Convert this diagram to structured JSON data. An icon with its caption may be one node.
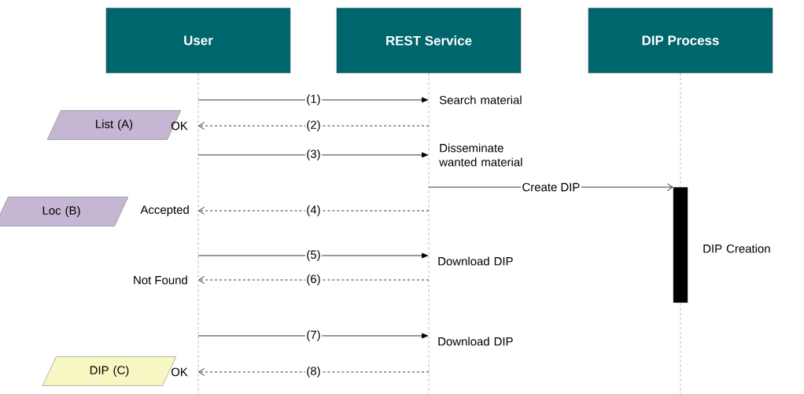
{
  "diagram": {
    "nodes": [
      {
        "text": [
          "User"
        ]
      },
      {
        "text": [
          "REST Service"
        ]
      },
      {
        "text": [
          "DIP Process"
        ]
      },
      {
        "text": [
          "List (A)"
        ]
      },
      {
        "text": [
          "Loc (B)"
        ]
      },
      {
        "text": [
          "DIP (C)"
        ]
      },
      {
        "text": [],
        "shape": "bar",
        "in": 2
      }
    ],
    "edges": [
      {
        "from": 0,
        "to": 1,
        "arrow": "to",
        "label": "(1)"
      },
      {
        "from": 1,
        "to": 0,
        "arrow": "to",
        "label": "(2)",
        "style": "dashed"
      },
      {
        "from": 0,
        "to": 1,
        "arrow": "to",
        "label": "(3)"
      },
      {
        "from": 1,
        "to": 6,
        "arrow": "to",
        "label": "Create DIP"
      },
      {
        "from": 1,
        "to": 0,
        "arrow": "to",
        "label": "(4)",
        "style": "dashed"
      },
      {
        "from": 0,
        "to": 1,
        "arrow": "to",
        "label": "(5)"
      },
      {
        "from": 1,
        "to": 0,
        "arrow": "to",
        "label": "(6)",
        "style": "dashed"
      },
      {
        "from": 0,
        "to": 1,
        "arrow": "to",
        "label": "(7)"
      },
      {
        "from": 1,
        "to": 0,
        "arrow": "to",
        "label": "(8)",
        "style": "dashed"
      }
    ],
    "labels": [
      "Search material",
      "OK",
      "Disseminate wanted material",
      "Accepted",
      "Download DIP",
      "Not Found",
      "Download DIP",
      "OK",
      "DIP Creation"
    ]
  }
}
